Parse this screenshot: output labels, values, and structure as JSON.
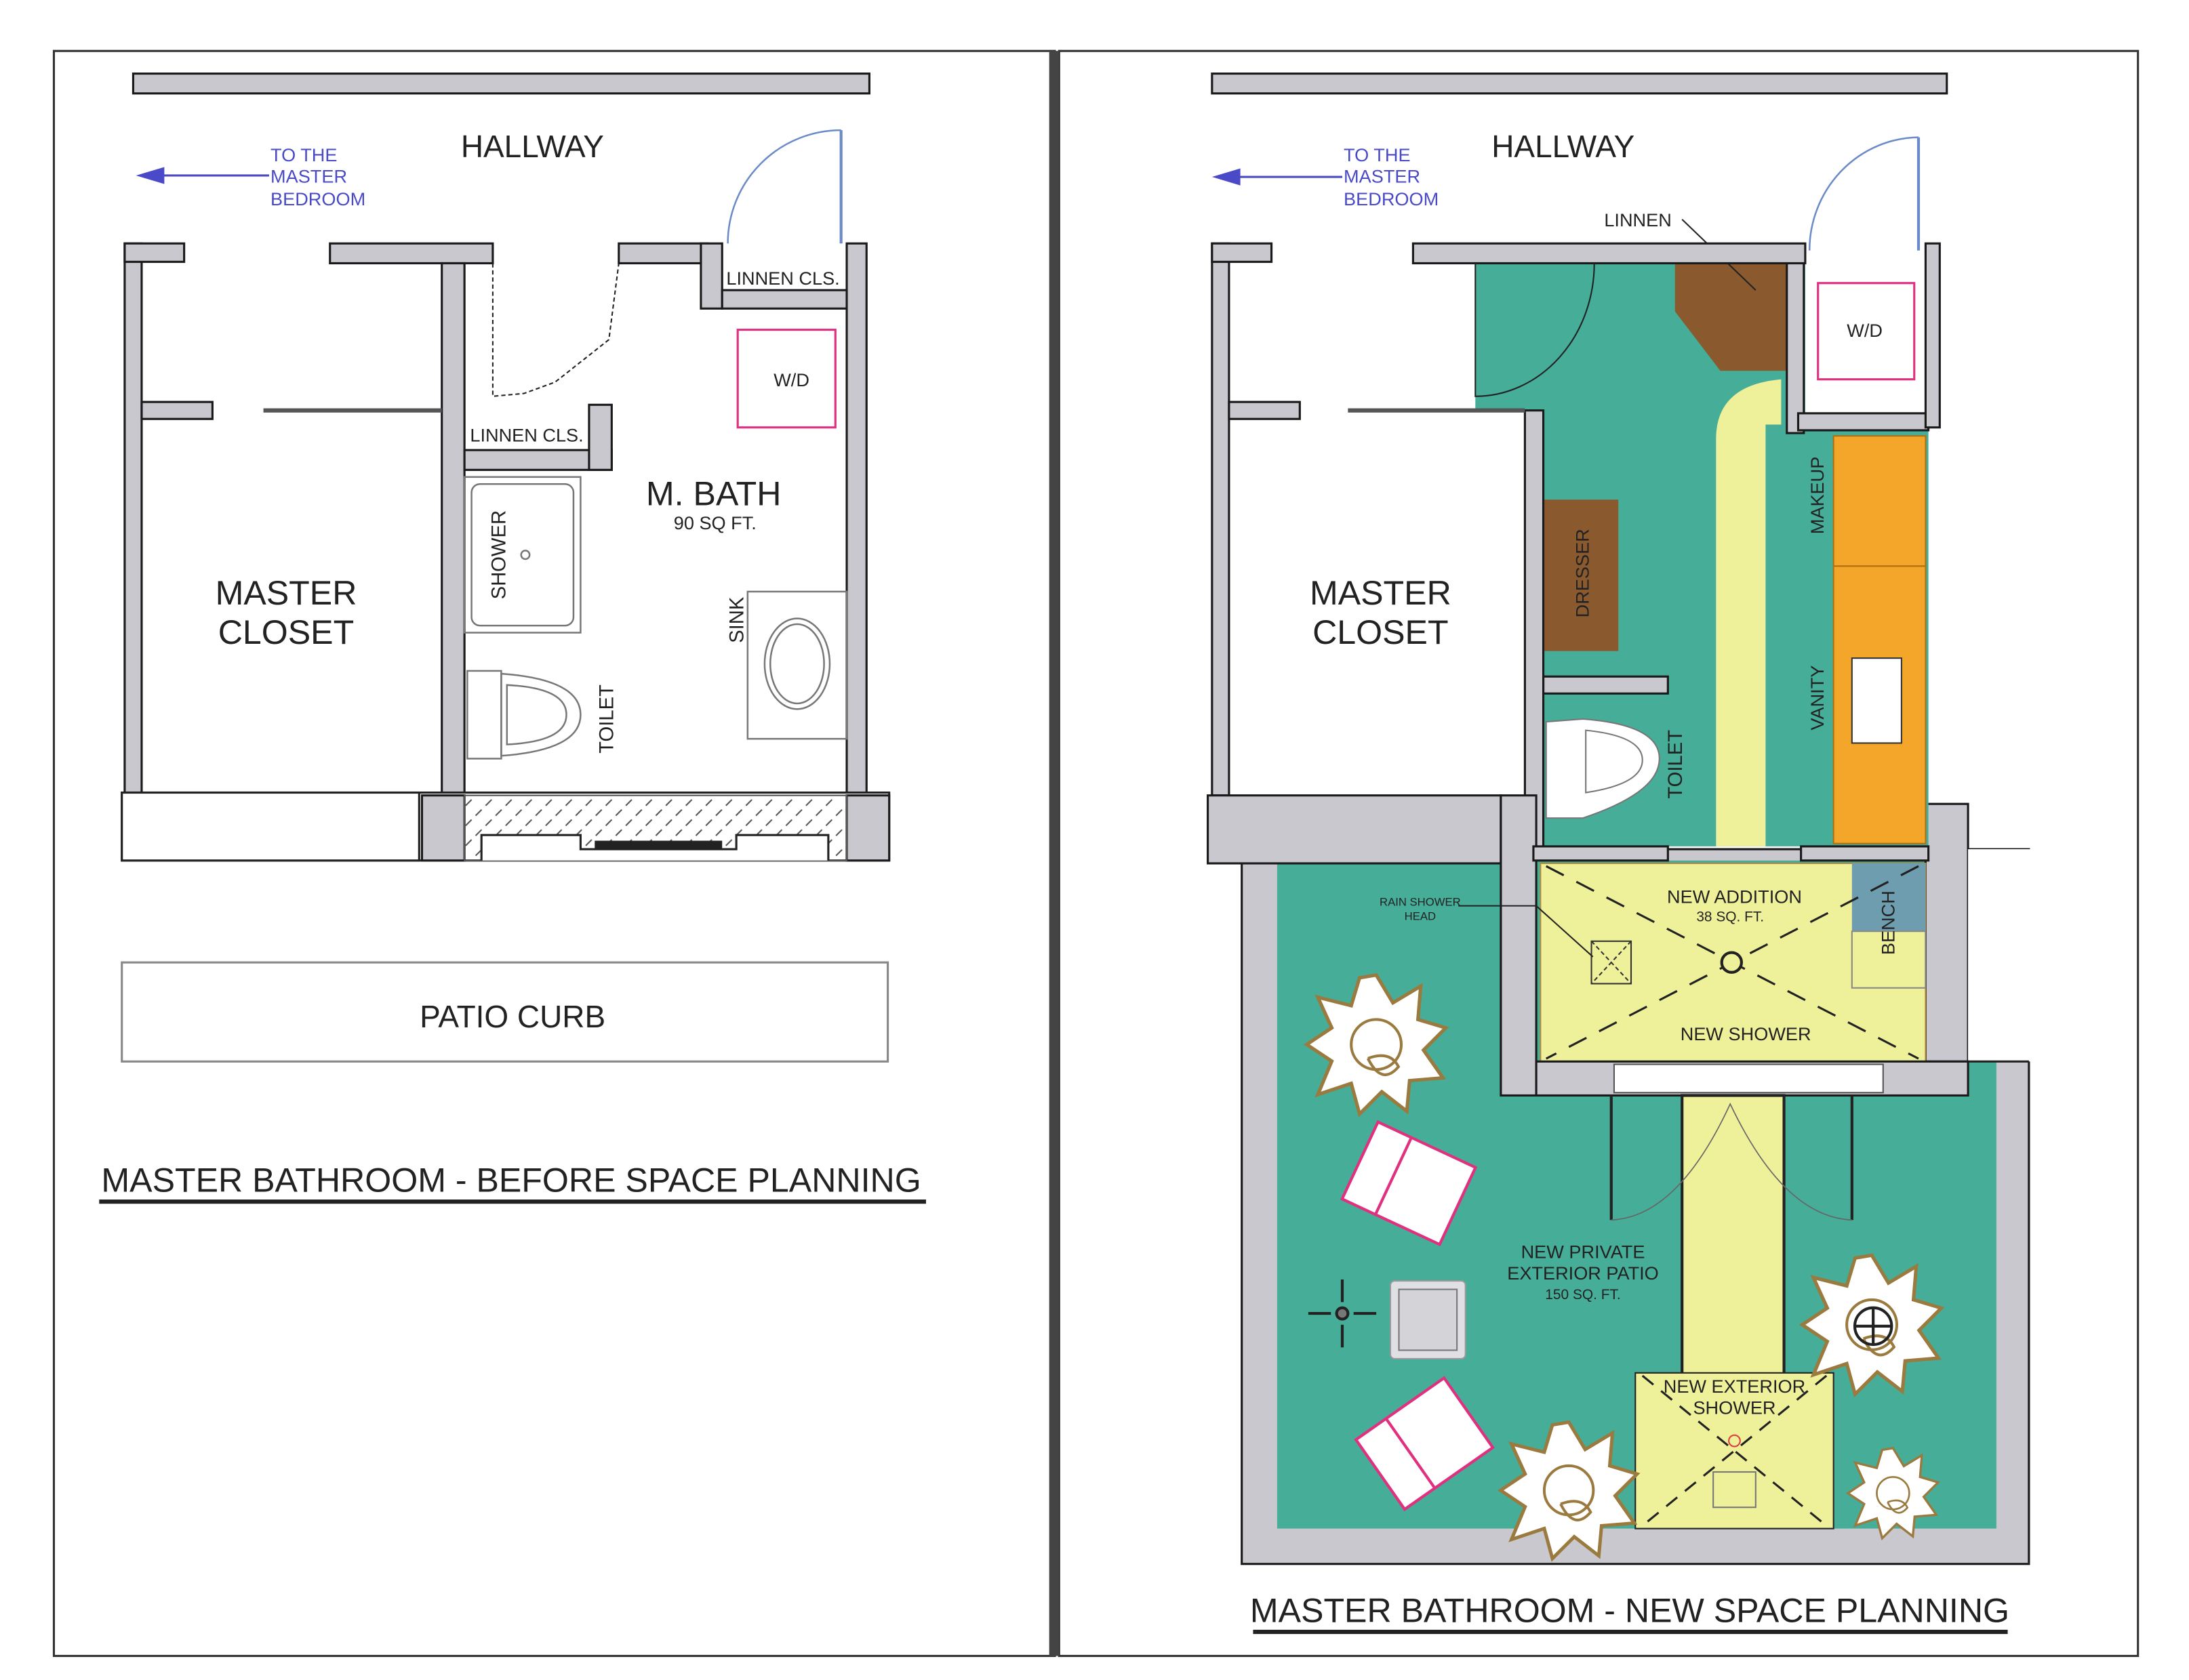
{
  "colors": {
    "wall": "#c8c8ce",
    "patio_teal": "#45ad98",
    "path_yellow": "#eef09a",
    "wood_brown": "#8a5a2e",
    "vanity_orange": "#f4a62a",
    "bench_blue": "#6e9db0",
    "wd_pink": "#e0307f",
    "label_blue": "#4a4ac8",
    "plant_outline": "#9a7a3e"
  },
  "before": {
    "hallway": "HALLWAY",
    "to_master": [
      "TO THE",
      "MASTER",
      "BEDROOM"
    ],
    "linnen_top": "LINNEN CLS.",
    "linnen_mid": "LINNEN CLS.",
    "wd": "W/D",
    "bath_name": "M. BATH",
    "bath_area": "90 SQ FT.",
    "shower": "SHOWER",
    "sink": "SINK",
    "toilet": "TOILET",
    "closet": [
      "MASTER",
      "CLOSET"
    ],
    "patio_curb": "PATIO CURB",
    "title": "MASTER BATHROOM - BEFORE SPACE PLANNING"
  },
  "after": {
    "hallway": "HALLWAY",
    "to_master": [
      "TO THE",
      "MASTER",
      "BEDROOM"
    ],
    "linnen": "LINNEN",
    "wd": "W/D",
    "makeup": "MAKEUP",
    "vanity": "VANITY",
    "dresser": "DRESSER",
    "toilet": "TOILET",
    "closet": [
      "MASTER",
      "CLOSET"
    ],
    "rain_shower": [
      "RAIN SHOWER",
      "HEAD"
    ],
    "addition_name": "NEW ADDITION",
    "addition_area": "38 SQ. FT.",
    "bench": "BENCH",
    "new_shower": "NEW SHOWER",
    "patio": [
      "NEW PRIVATE",
      "EXTERIOR PATIO",
      "150 SQ. FT."
    ],
    "ext_shower": [
      "NEW EXTERIOR",
      "SHOWER"
    ],
    "title": "MASTER BATHROOM - NEW SPACE PLANNING"
  }
}
